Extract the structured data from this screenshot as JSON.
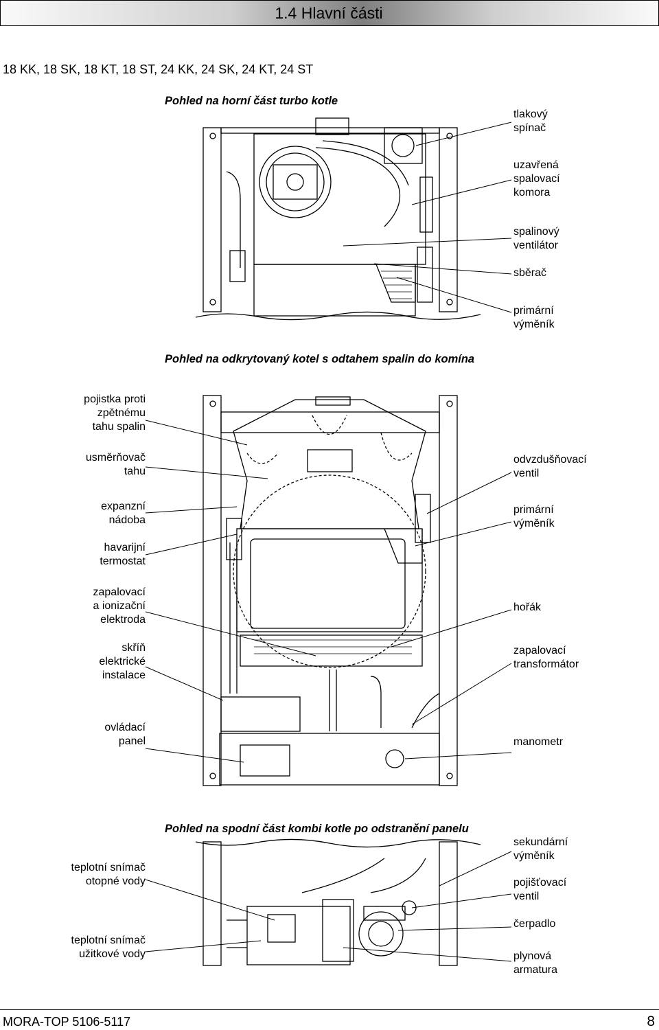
{
  "header": {
    "title": "1.4  Hlavní části"
  },
  "models": "18 KK, 18 SK, 18 KT, 18 ST, 24 KK, 24 SK, 24 KT, 24 ST",
  "sections": {
    "top_view": "Pohled na horní část turbo kotle",
    "open_view": "Pohled na odkrytovaný kotel s odtahem spalin do komína",
    "bottom_view": "Pohled na spodní část kombi kotle po odstranění panelu"
  },
  "labels_top": {
    "tlakovy": [
      "tlakový",
      "spínač"
    ],
    "komora": [
      "uzavřená",
      "spalovací",
      "komora"
    ],
    "ventilator": [
      "spalinový",
      "ventilátor"
    ],
    "sberac": [
      "sběrač"
    ],
    "vymenik": [
      "primární",
      "výměník"
    ]
  },
  "labels_mid_left": {
    "pojistka": [
      "pojistka proti",
      "zpětnému",
      "tahu spalin"
    ],
    "usmernovac": [
      "usměrňovač",
      "tahu"
    ],
    "expanzni": [
      "expanzní",
      "nádoba"
    ],
    "havarijni": [
      "havarijní",
      "termostat"
    ],
    "elektroda": [
      "zapalovací",
      "a ionizační",
      "elektroda"
    ],
    "skrin": [
      "skříň",
      "elektrické",
      "instalace"
    ],
    "panel": [
      "ovládací",
      "panel"
    ]
  },
  "labels_mid_right": {
    "odvzdus": [
      "odvzdušňovací",
      "ventil"
    ],
    "vymenik": [
      "primární",
      "výměník"
    ],
    "horak": [
      "hořák"
    ],
    "transformator": [
      "zapalovací",
      "transformátor"
    ],
    "manometr": [
      "manometr"
    ]
  },
  "labels_bottom_left": {
    "snimac_ot": [
      "teplotní snímač",
      "otopné vody"
    ],
    "snimac_uz": [
      "teplotní snímač",
      "užitkové vody"
    ]
  },
  "labels_bottom_right": {
    "sekundarni": [
      "sekundární",
      "výměník"
    ],
    "pojistovaci": [
      "pojišťovací",
      "ventil"
    ],
    "cerpadlo": [
      "čerpadlo"
    ],
    "plynova": [
      "plynová",
      "armatura"
    ]
  },
  "footer": {
    "doc": "MORA-TOP 5106-5117",
    "page": "8"
  }
}
